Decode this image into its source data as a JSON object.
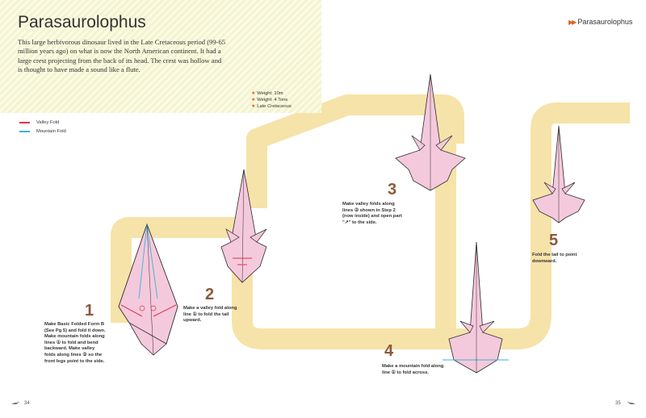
{
  "title": "Parasaurolophus",
  "header_right": "Parasaurolophus",
  "intro": "This large herbivorous dinosaur lived in the Late Cretaceous period (99-65 million years ago) on what is now the North American continent. It had a large crest projecting from the back of its head. The crest was hollow and is thought to have made a sound like a flute.",
  "stats": [
    "Weight: 10m",
    "Weight: 4 Tons",
    "Late Cretaceous"
  ],
  "legend": {
    "valley": {
      "label": "Valley Fold",
      "color": "#e0344a"
    },
    "mountain": {
      "label": "Mountain Fold",
      "color": "#3bb3d6"
    }
  },
  "steps": [
    {
      "num": "1",
      "lines": [
        "Make Basic Folded Form B",
        "(See Pg 5) and fold it down.",
        "Make mountain folds along",
        "lines ① to fold and bend",
        "backward. Make valley",
        "folds along lines ② so the",
        "front legs point to the side."
      ]
    },
    {
      "num": "2",
      "lines": [
        "Make a valley fold along",
        "line ① to fold the tail",
        "upward."
      ]
    },
    {
      "num": "3",
      "lines": [
        "Make valley folds along",
        "lines ② shown in Step 2",
        "(now inside) and open part",
        "\"↗\" to the side."
      ]
    },
    {
      "num": "4",
      "lines": [
        "Make a mountain fold along",
        "line ① to fold across."
      ]
    },
    {
      "num": "5",
      "lines": [
        "Fold the tail to point",
        "downward."
      ]
    }
  ],
  "pages": {
    "left": "34",
    "right": "35"
  },
  "colors": {
    "path": "#f6e3a9",
    "paper": "#f5c9dc",
    "paper_edge": "#2b2b2b",
    "accent": "#e2621b",
    "step_number": "#8b5a3c"
  }
}
